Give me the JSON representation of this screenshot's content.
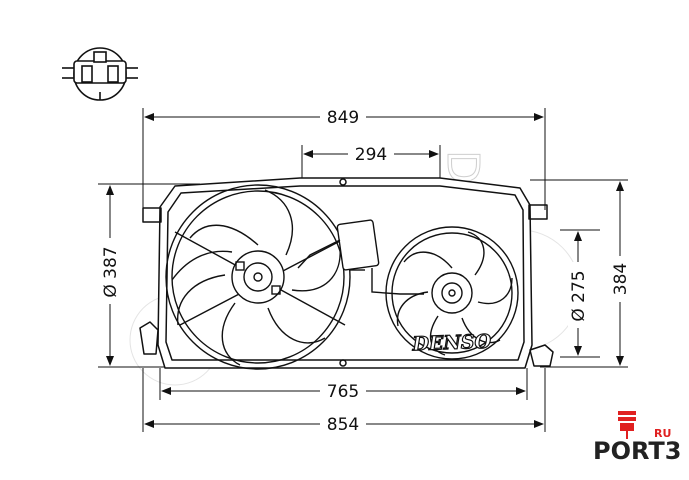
{
  "dimensions": {
    "top_width": "849",
    "motor_spacing": "294",
    "bottom_inner_width": "765",
    "bottom_width": "854",
    "left_fan_diameter": "Ø 387",
    "right_fan_diameter": "Ø 275",
    "height": "384"
  },
  "branding": {
    "fan_label": "DENSO",
    "watermark_vertical": "DENSO",
    "site_logo_main": "PORT3",
    "site_logo_suffix": "RU"
  },
  "colors": {
    "line": "#111111",
    "logo_accent": "#e02020"
  }
}
